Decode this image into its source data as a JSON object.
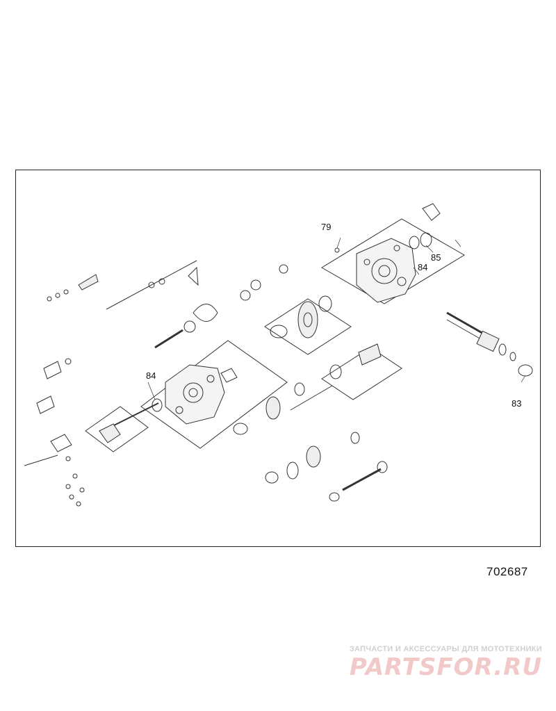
{
  "diagram": {
    "callouts": [
      {
        "id": "79",
        "label": "79"
      },
      {
        "id": "85",
        "label": "85"
      },
      {
        "id": "84a",
        "label": "84"
      },
      {
        "id": "84b",
        "label": "84"
      },
      {
        "id": "83",
        "label": "83"
      }
    ],
    "reference_number": "702687"
  },
  "watermark": {
    "tagline": "ЗАПЧАСТИ И АКСЕССУАРЫ ДЛЯ МОТОТЕХНИКИ",
    "logo": "PARTSFOR.RU"
  },
  "colors": {
    "line": "#333333",
    "frame": "#222222",
    "watermark_logo": "#f2c9c9",
    "watermark_tagline": "#d0d0d0"
  }
}
